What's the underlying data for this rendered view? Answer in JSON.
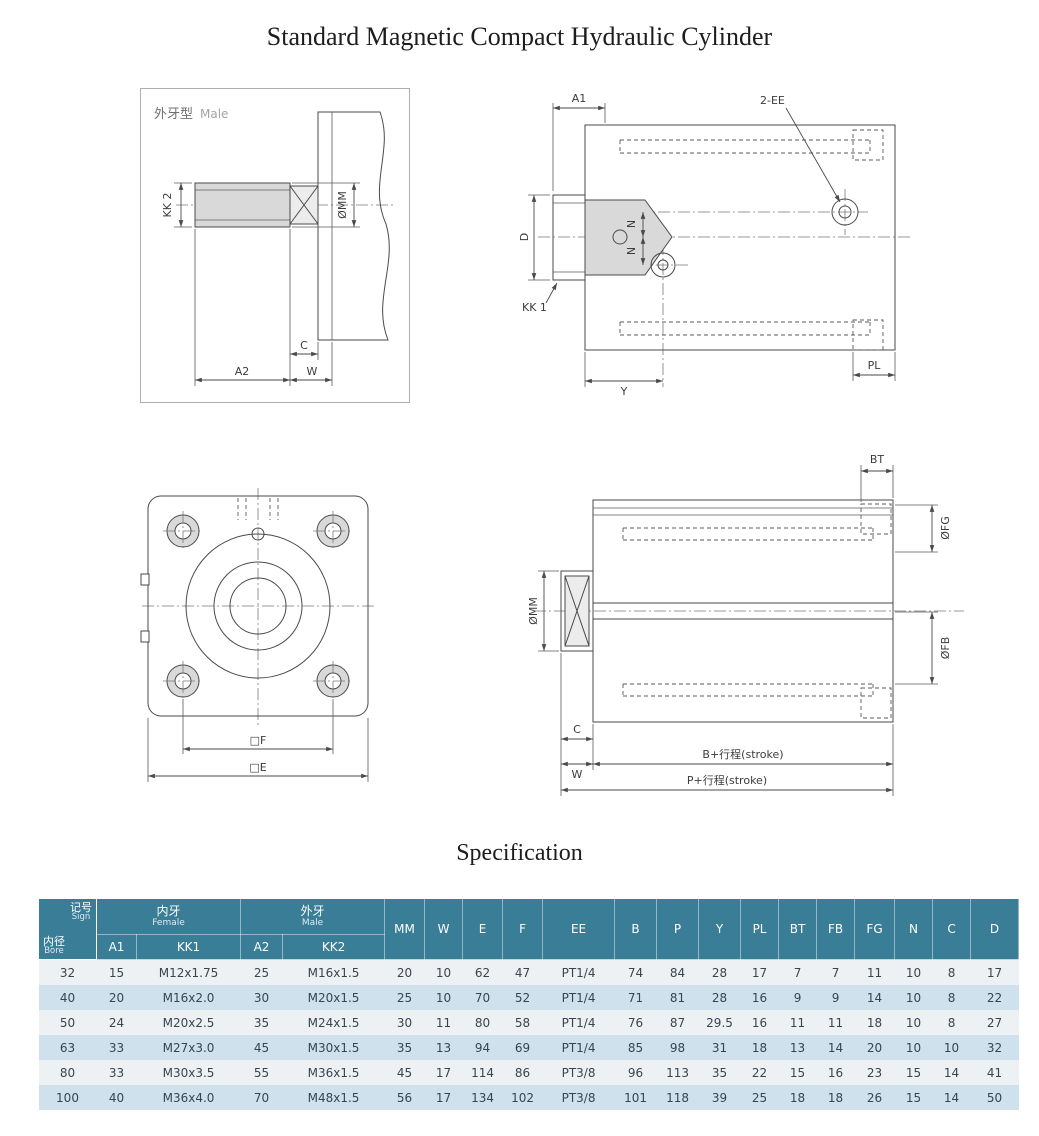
{
  "page": {
    "title": "Standard Magnetic Compact Hydraulic Cylinder",
    "spec_heading": "Specification"
  },
  "colors": {
    "table_header_bg": "#3a7d97",
    "table_row_base": "#eef1f4",
    "table_row_alt": "#cfe1ed",
    "drawing_line": "#4a4a4a"
  },
  "drawings": {
    "d1": {
      "type_cn": "外牙型",
      "type_en": "Male",
      "kk2": "KK 2",
      "mm": "ØMM",
      "c": "C",
      "a2": "A2",
      "w": "W"
    },
    "d2": {
      "a1": "A1",
      "ee": "2-EE",
      "d": "D",
      "kk1": "KK 1",
      "n_upper": "N",
      "n_lower": "N",
      "y": "Y",
      "pl": "PL"
    },
    "d3": {
      "f": "□F",
      "e": "□E"
    },
    "d4": {
      "bt": "BT",
      "fg": "ØFG",
      "mm": "ØMM",
      "fb": "ØFB",
      "c": "C",
      "w": "W",
      "b_stroke": "B+行程(stroke)",
      "p_stroke": "P+行程(stroke)"
    }
  },
  "spec_table": {
    "corner": {
      "top": "记号",
      "top_en": "Sign",
      "bottom": "内径",
      "bottom_en": "Bore"
    },
    "groups": [
      {
        "label": "内牙",
        "label_en": "Female",
        "cols": [
          "A1",
          "KK1"
        ]
      },
      {
        "label": "外牙",
        "label_en": "Male",
        "cols": [
          "A2",
          "KK2"
        ]
      }
    ],
    "columns": [
      "MM",
      "W",
      "E",
      "F",
      "EE",
      "B",
      "P",
      "Y",
      "PL",
      "BT",
      "FB",
      "FG",
      "N",
      "C",
      "D"
    ],
    "rows": [
      [
        "32",
        "15",
        "M12x1.75",
        "25",
        "M16x1.5",
        "20",
        "10",
        "62",
        "47",
        "PT1/4",
        "74",
        "84",
        "28",
        "17",
        "7",
        "7",
        "11",
        "10",
        "8",
        "17"
      ],
      [
        "40",
        "20",
        "M16x2.0",
        "30",
        "M20x1.5",
        "25",
        "10",
        "70",
        "52",
        "PT1/4",
        "71",
        "81",
        "28",
        "16",
        "9",
        "9",
        "14",
        "10",
        "8",
        "22"
      ],
      [
        "50",
        "24",
        "M20x2.5",
        "35",
        "M24x1.5",
        "30",
        "11",
        "80",
        "58",
        "PT1/4",
        "76",
        "87",
        "29.5",
        "16",
        "11",
        "11",
        "18",
        "10",
        "8",
        "27"
      ],
      [
        "63",
        "33",
        "M27x3.0",
        "45",
        "M30x1.5",
        "35",
        "13",
        "94",
        "69",
        "PT1/4",
        "85",
        "98",
        "31",
        "18",
        "13",
        "14",
        "20",
        "10",
        "10",
        "32"
      ],
      [
        "80",
        "33",
        "M30x3.5",
        "55",
        "M36x1.5",
        "45",
        "17",
        "114",
        "86",
        "PT3/8",
        "96",
        "113",
        "35",
        "22",
        "15",
        "16",
        "23",
        "15",
        "14",
        "41"
      ],
      [
        "100",
        "40",
        "M36x4.0",
        "70",
        "M48x1.5",
        "56",
        "17",
        "134",
        "102",
        "PT3/8",
        "101",
        "118",
        "39",
        "25",
        "18",
        "18",
        "26",
        "15",
        "14",
        "50"
      ]
    ]
  }
}
